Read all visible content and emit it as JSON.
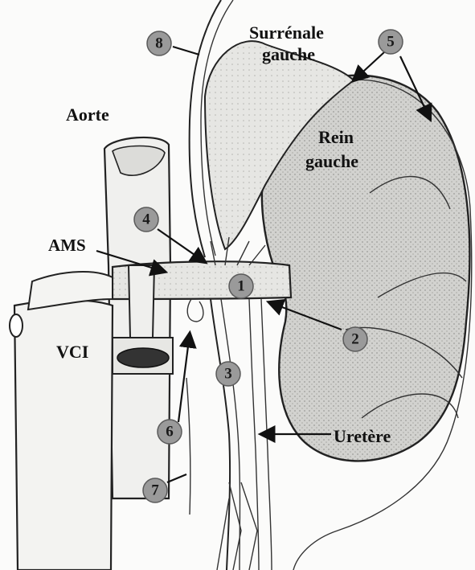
{
  "labels": {
    "surrenale_line1": "Surrénale",
    "surrenale_line2": "gauche",
    "aorte": "Aorte",
    "rein_line1": "Rein",
    "rein_line2": "gauche",
    "ams": "AMS",
    "vci": "VCI",
    "uretere": "Uretère"
  },
  "markers": [
    "1",
    "2",
    "3",
    "4",
    "5",
    "6",
    "7",
    "8"
  ],
  "colors": {
    "badge_fill": "#9a9a9a",
    "ink": "#111111",
    "kidney_shade": "#c9c9c6",
    "background": "#fbfbfa"
  }
}
